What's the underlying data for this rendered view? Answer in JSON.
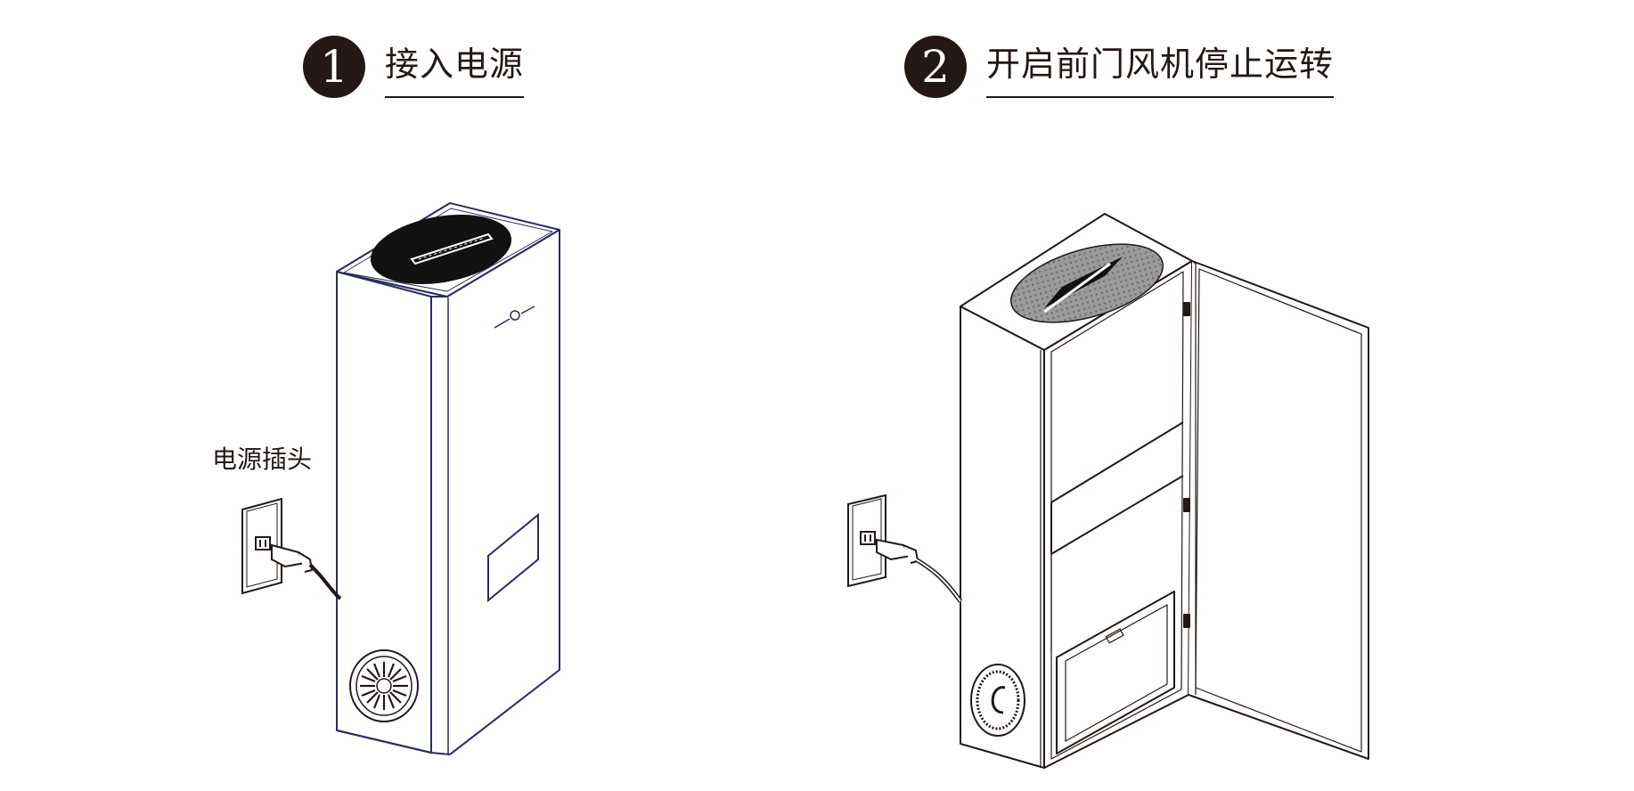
{
  "steps": [
    {
      "number": "1",
      "title": "接入电源"
    },
    {
      "number": "2",
      "title": "开启前门风机停止运转"
    }
  ],
  "labels": {
    "power_plug": "电源插头"
  },
  "colors": {
    "ink": "#231815",
    "outline_blue": "#2a2d5c",
    "vent_gray": "#9a9a9a"
  }
}
